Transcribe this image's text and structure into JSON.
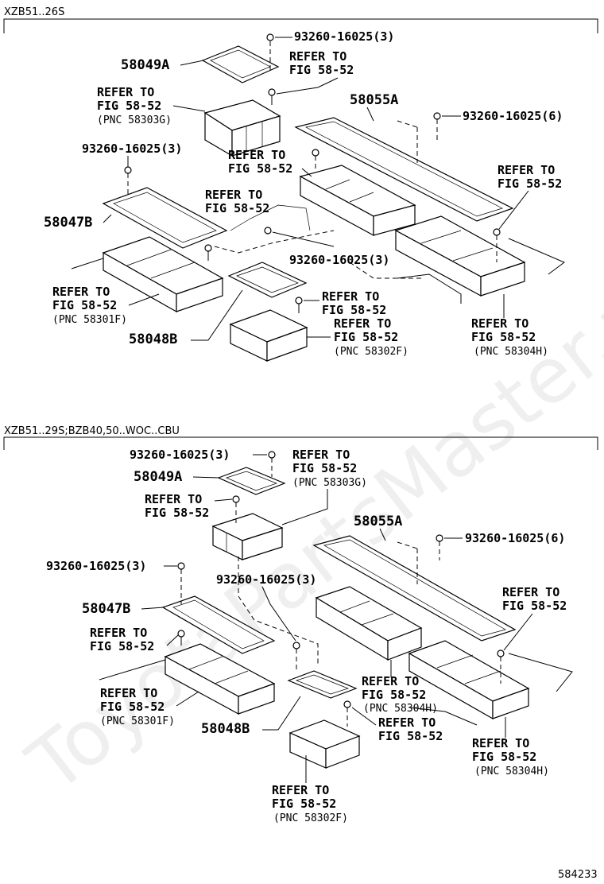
{
  "sections": [
    {
      "header": "XZB51..26S",
      "labels": {
        "p58049A": "58049A",
        "p58055A": "58055A",
        "p58047B": "58047B",
        "p58048B": "58048B",
        "bolt_top": "93260-16025(3)",
        "bolt_right": "93260-16025(6)",
        "bolt_left": "93260-16025(3)",
        "bolt_mid": "93260-16025(3)",
        "refer1_a": "REFER TO",
        "refer1_b": "FIG 58-52",
        "refer2_a": "REFER TO",
        "refer2_b": "FIG 58-52",
        "refer2_c": "(PNC 58303G)",
        "refer3_a": "REFER TO",
        "refer3_b": "FIG 58-52",
        "refer4_a": "REFER TO",
        "refer4_b": "FIG 58-52",
        "refer5_a": "REFER TO",
        "refer5_b": "FIG 58-52",
        "refer6_a": "REFER TO",
        "refer6_b": "FIG 58-52",
        "refer6_c": "(PNC 58301F)",
        "refer7_a": "REFER TO",
        "refer7_b": "FIG 58-52",
        "refer8_a": "REFER TO",
        "refer8_b": "FIG 58-52",
        "refer8_c": "(PNC 58302F)",
        "refer9_a": "REFER TO",
        "refer9_b": "FIG 58-52",
        "refer9_c": "(PNC 58304H)"
      }
    },
    {
      "header": "XZB51..29S;BZB40,50..WOC..CBU",
      "labels": {
        "p58049A": "58049A",
        "p58055A": "58055A",
        "p58047B": "58047B",
        "p58048B": "58048B",
        "bolt_top": "93260-16025(3)",
        "bolt_right": "93260-16025(6)",
        "bolt_left": "93260-16025(3)",
        "bolt_mid": "93260-16025(3)",
        "refer1_a": "REFER TO",
        "refer1_b": "FIG 58-52",
        "refer1_c": "(PNC 58303G)",
        "refer2_a": "REFER TO",
        "refer2_b": "FIG 58-52",
        "refer3_a": "REFER TO",
        "refer3_b": "FIG 58-52",
        "refer4_a": "REFER TO",
        "refer4_b": "FIG 58-52",
        "refer5_a": "REFER TO",
        "refer5_b": "FIG 58-52",
        "refer5_c": "(PNC 58301F)",
        "refer6_a": "REFER TO",
        "refer6_b": "FIG 58-52",
        "refer6_c": "(PNC 58304H)",
        "refer7_a": "REFER TO",
        "refer7_b": "FIG 58-52",
        "refer8_a": "REFER TO",
        "refer8_b": "FIG 58-52",
        "refer8_c": "(PNC 58304H)",
        "refer9_a": "REFER TO",
        "refer9_b": "FIG 58-52",
        "refer9_c": "(PNC 58302F)"
      }
    }
  ],
  "figure_number": "584233",
  "watermark": "ToyotaPartsMaster.ru"
}
